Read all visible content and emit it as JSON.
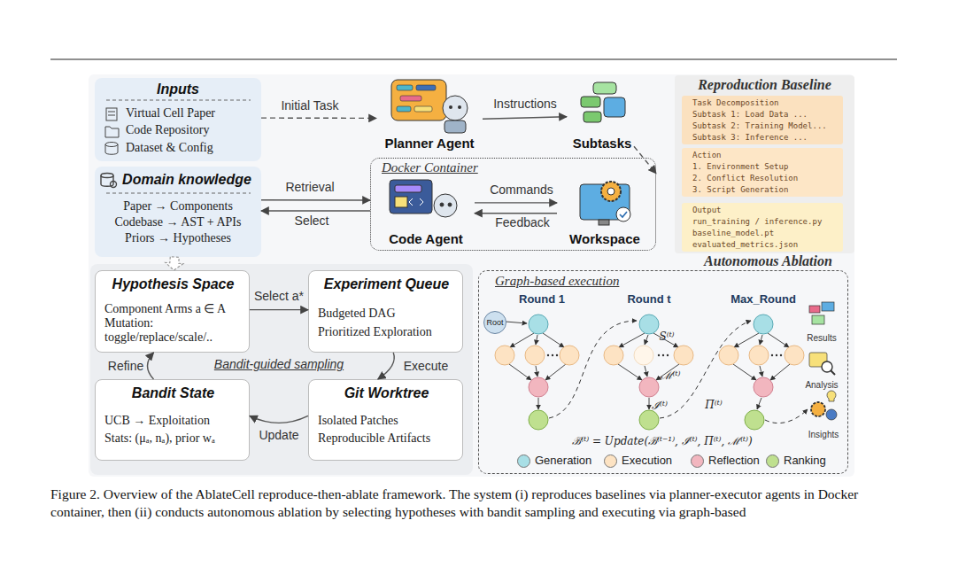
{
  "diagram": {
    "caption": "Figure 2. Overview of the AblateCell reproduce-then-ablate framework. The system (i) reproduces baselines via planner-executor agents in Docker container, then (ii) conducts autonomous ablation by selecting hypotheses with bandit sampling and executing via graph-based",
    "nodes": [
      {
        "text": [
          "Inputs",
          "Virtual Cell Paper",
          "Code Repository",
          "Dataset & Config"
        ]
      },
      {
        "text": [
          "Domain knowledge",
          "Paper → Components",
          "Codebase → AST + APIs",
          "Priors → Hypotheses"
        ]
      },
      {
        "text": [
          "Planner Agent"
        ]
      },
      {
        "text": [
          "Subtasks"
        ]
      },
      {
        "text": [
          "Docker Container"
        ]
      },
      {
        "text": [
          "Code Agent"
        ],
        "in": 4
      },
      {
        "text": [
          "Workspace"
        ],
        "in": 4
      },
      {
        "text": [
          "Reproduction Baseline"
        ]
      },
      {
        "text": [
          "Task Decomposition",
          "Subtask 1: Load Data ...",
          "Subtask 2: Training Model...",
          "Subtask 3: Inference ..."
        ],
        "in": 7
      },
      {
        "text": [
          "Action",
          "1. Environment Setup",
          "2. Conflict Resolution",
          "3. Script Generation"
        ],
        "in": 7
      },
      {
        "text": [
          "Output",
          "run_training / inference.py",
          "baseline_model.pt",
          "evaluated_metrics.json"
        ],
        "in": 7
      },
      {
        "text": [
          "Hypothesis Space",
          "Component Arms a ∈ A",
          "Mutation: toggle/replace/scale/.."
        ]
      },
      {
        "text": [
          "Experiment Queue",
          "Budgeted DAG",
          "Prioritized Exploration"
        ]
      },
      {
        "text": [
          "Bandit State",
          "UCB → Exploitation",
          "Stats: (μₐ, nₐ), prior wₐ"
        ]
      },
      {
        "text": [
          "Git Worktree",
          "Isolated Patches",
          "Reproducible Artifacts"
        ]
      },
      {
        "text": [
          "Autonomous Ablation",
          "Graph-based execution"
        ]
      },
      {
        "text": [
          "Root"
        ],
        "in": 15
      }
    ],
    "edges": [
      {
        "from": 0,
        "to": 2,
        "label": "Initial Task",
        "arrow": "to"
      },
      {
        "from": 2,
        "to": 3,
        "label": "Instructions",
        "arrow": "to"
      },
      {
        "from": 3,
        "to": 4,
        "arrow": "to"
      },
      {
        "from": 1,
        "to": 4,
        "label": "Retrieval",
        "arrow": "to"
      },
      {
        "from": 4,
        "to": 1,
        "label": "Select",
        "arrow": "to"
      },
      {
        "from": 5,
        "to": 6,
        "label": "Commands",
        "arrow": "to"
      },
      {
        "from": 6,
        "to": 5,
        "label": "Feedback",
        "arrow": "to"
      },
      {
        "from": 1,
        "to": 11,
        "arrow": "to"
      },
      {
        "from": 11,
        "to": 12,
        "label": "Select a*",
        "arrow": "to"
      },
      {
        "from": 12,
        "to": 14,
        "label": "Execute",
        "arrow": "to"
      },
      {
        "from": 14,
        "to": 13,
        "label": "Update",
        "arrow": "to"
      },
      {
        "from": 13,
        "to": 11,
        "label": "Refine",
        "arrow": "to"
      }
    ],
    "labels": [
      "Round 1",
      "Round t",
      "Max_Round",
      "S⁽ᵗ⁾",
      "ℳ⁽ᵗ⁾",
      "ℐ⁽ᵗ⁾",
      "Π⁽ᵗ⁾",
      "ℬ⁽ᵗ⁾ = Update(ℬ⁽ᵗ⁻¹⁾, ℐ⁽ᵗ⁾, Π⁽ᵗ⁾, ℳ⁽ᵗ⁾)",
      "Results",
      "Analysis",
      "Insights",
      "Bandit-guided sampling"
    ],
    "legend": [
      {
        "text": "Generation",
        "color": "#a8dfe6"
      },
      {
        "text": "Execution",
        "color": "#fde3c3"
      },
      {
        "text": "Reflection",
        "color": "#f2b6bf"
      },
      {
        "text": "Ranking",
        "color": "#bfe08f"
      }
    ]
  }
}
